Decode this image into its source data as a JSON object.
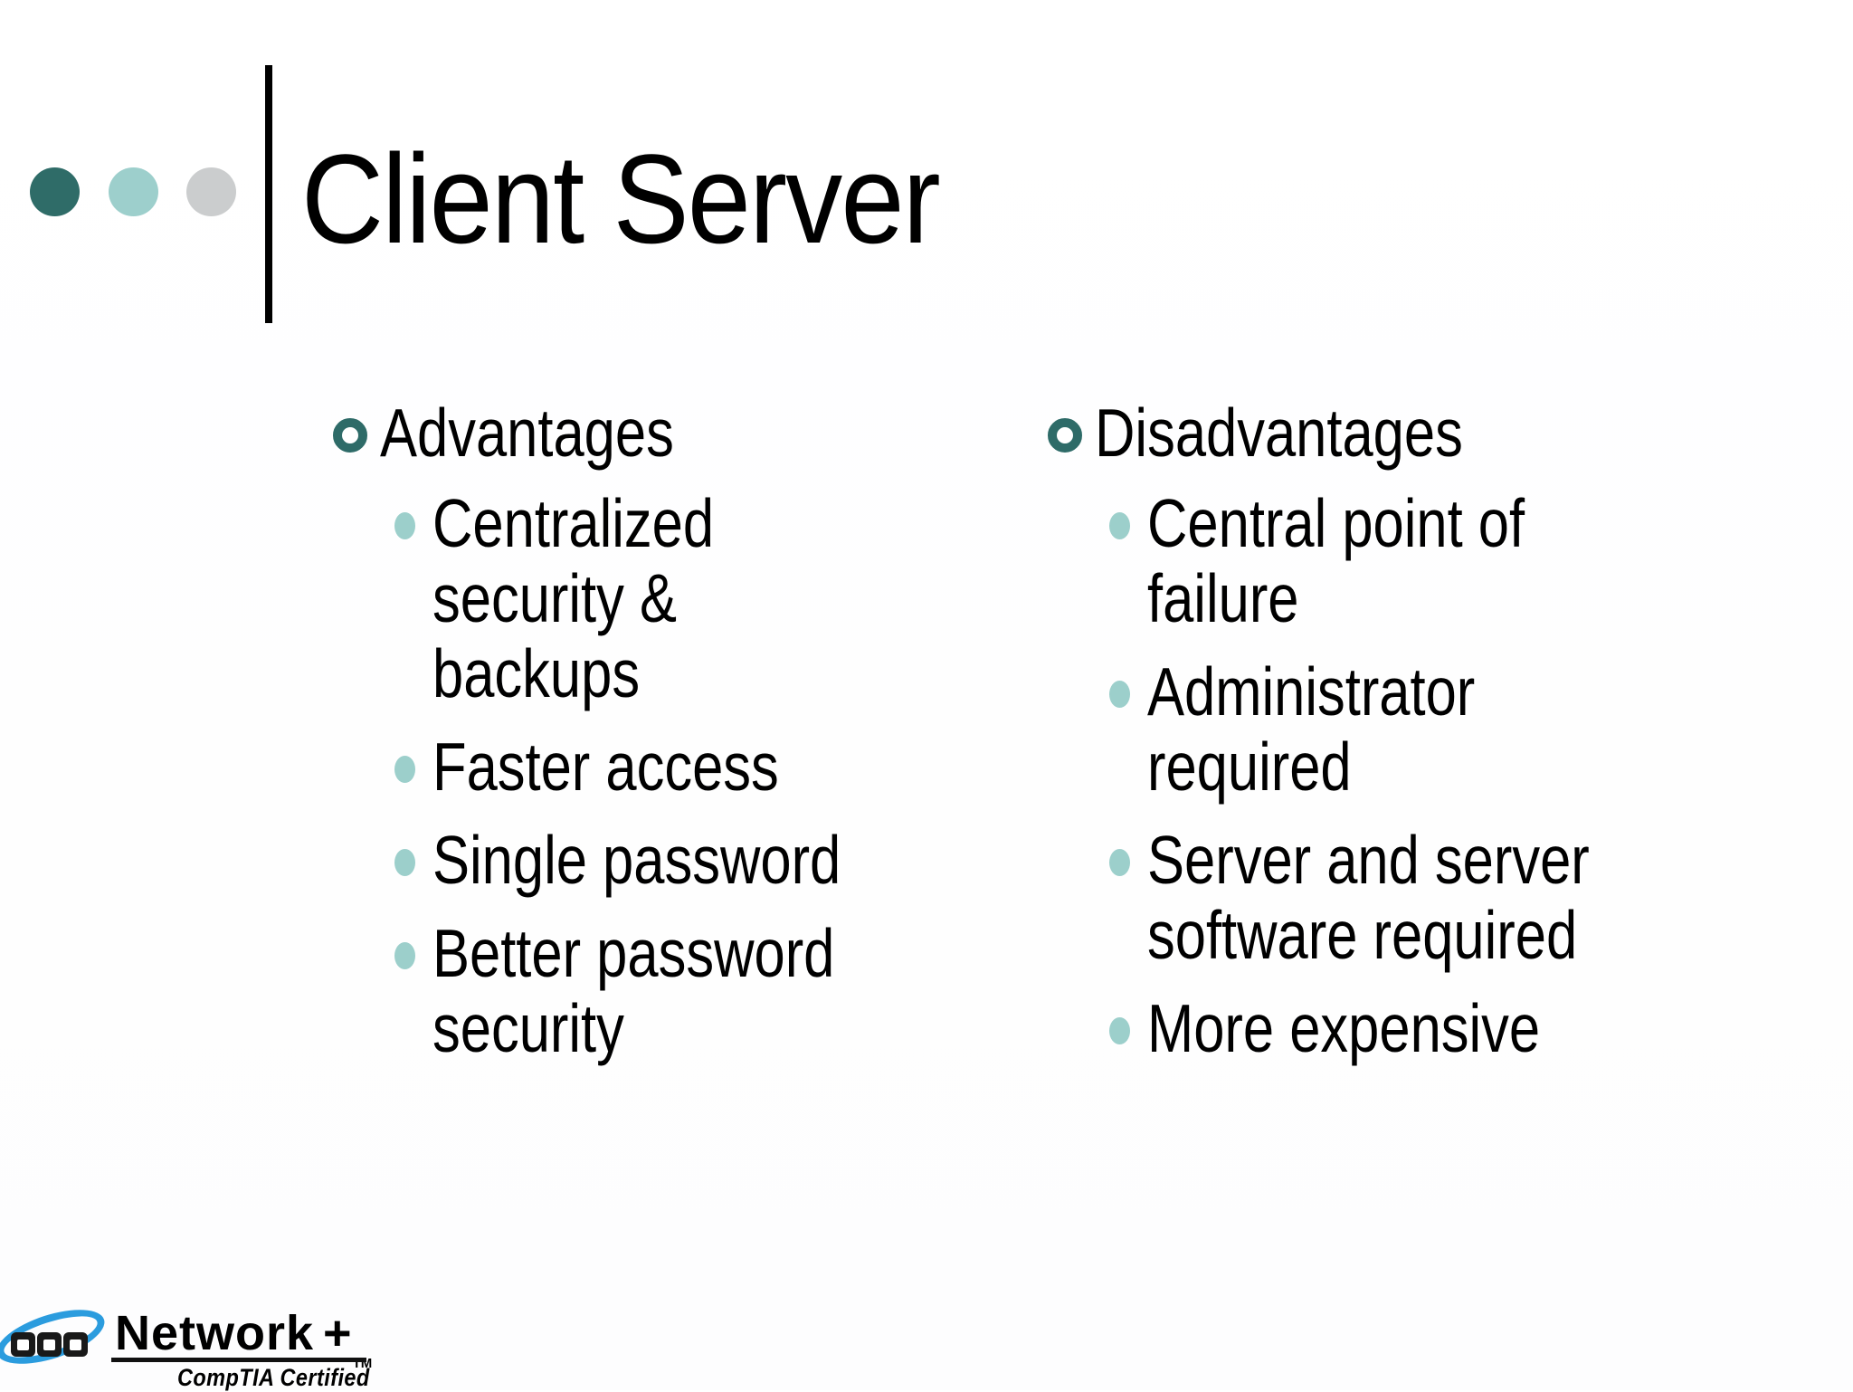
{
  "slide": {
    "title": "Client Server",
    "decorations": {
      "dot_colors": [
        "#2F6C68",
        "#9DCFCC",
        "#CBCDCE"
      ],
      "ring_bullet_color": "#2E6B68",
      "dot_bullet_color": "#9CCFCB"
    },
    "columns": [
      {
        "heading": "Advantages",
        "items": [
          "Centralized\nsecurity &\nbackups",
          "Faster access",
          "Single password",
          "Better password\nsecurity"
        ]
      },
      {
        "heading": "Disadvantages",
        "items": [
          "Central point of\nfailure",
          "Administrator\nrequired",
          "Server and server\nsoftware required",
          "More expensive"
        ]
      }
    ],
    "logo": {
      "brand": "Network",
      "plus": "+",
      "tm": "TM",
      "tagline": "CompTIA Certified",
      "swoosh_color": "#2B9CDE"
    }
  }
}
